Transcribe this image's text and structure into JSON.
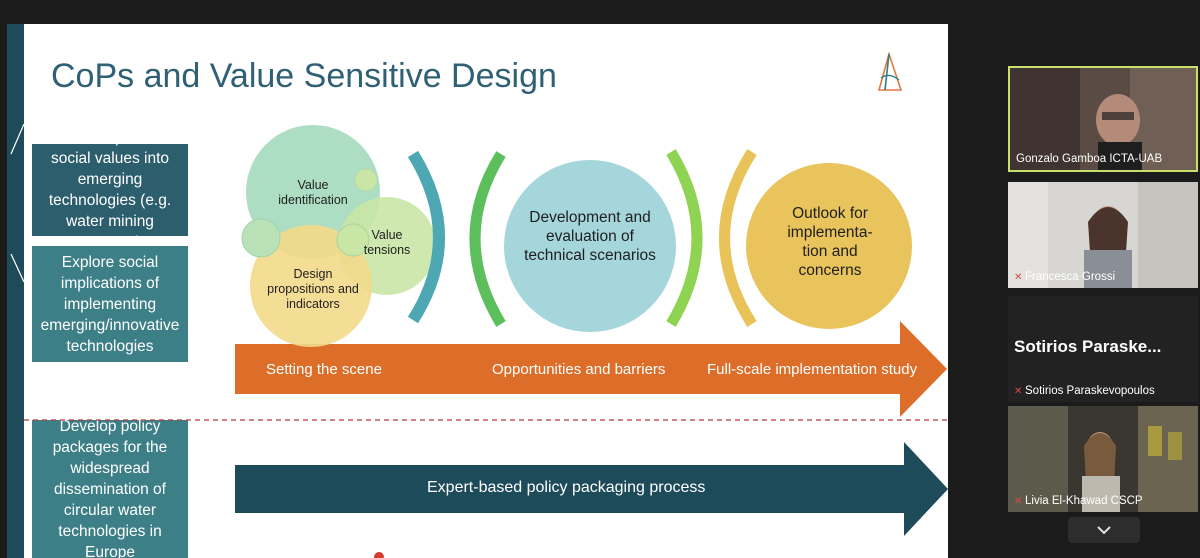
{
  "slide": {
    "title": "CoPs and Value Sensitive Design",
    "objectives": [
      "To incorporate social values into emerging technologies (e.g. water mining systems)",
      "Explore social implications of implementing emerging/innovative technologies",
      "Develop policy packages for the widespread dissemination of circular water technologies in Europe"
    ],
    "circles": {
      "value_identification": "Value identification",
      "value_tensions": "Value tensions",
      "design_propositions": "Design propositions and indicators",
      "development": "Development and evaluation of technical scenarios",
      "outlook": "Outlook for implementa-tion and concerns"
    },
    "arrow_top": {
      "stage1": "Setting the scene",
      "stage2": "Opportunities and barriers",
      "stage3": "Full-scale implementation study"
    },
    "arrow_bottom": {
      "label": "Expert-based policy packaging process"
    }
  },
  "participants": [
    {
      "name": "Gonzalo Gamboa ICTA-UAB",
      "muted": false,
      "active": true
    },
    {
      "name": "Francesca Grossi",
      "muted": true
    },
    {
      "name": "Sotirios Paraskevopoulos",
      "muted": true,
      "display": "Sotirios  Paraske..."
    },
    {
      "name": "Livia El-Khawad CSCP",
      "muted": true
    }
  ],
  "colors": {
    "slide_title": "#2f6073",
    "dark_teal": "#2d5e6e",
    "teal": "#3d7f86",
    "orange_arrow": "#dd6e2a",
    "navy_arrow": "#1e4b5a",
    "green_circle": "#a9dcc1",
    "lime_circle": "#c9e6a6",
    "yellow_circle": "#f3d98a",
    "blue_circle": "#a5d6dc",
    "gold_circle": "#e9c35c",
    "active_speaker": "#c8e06a"
  }
}
